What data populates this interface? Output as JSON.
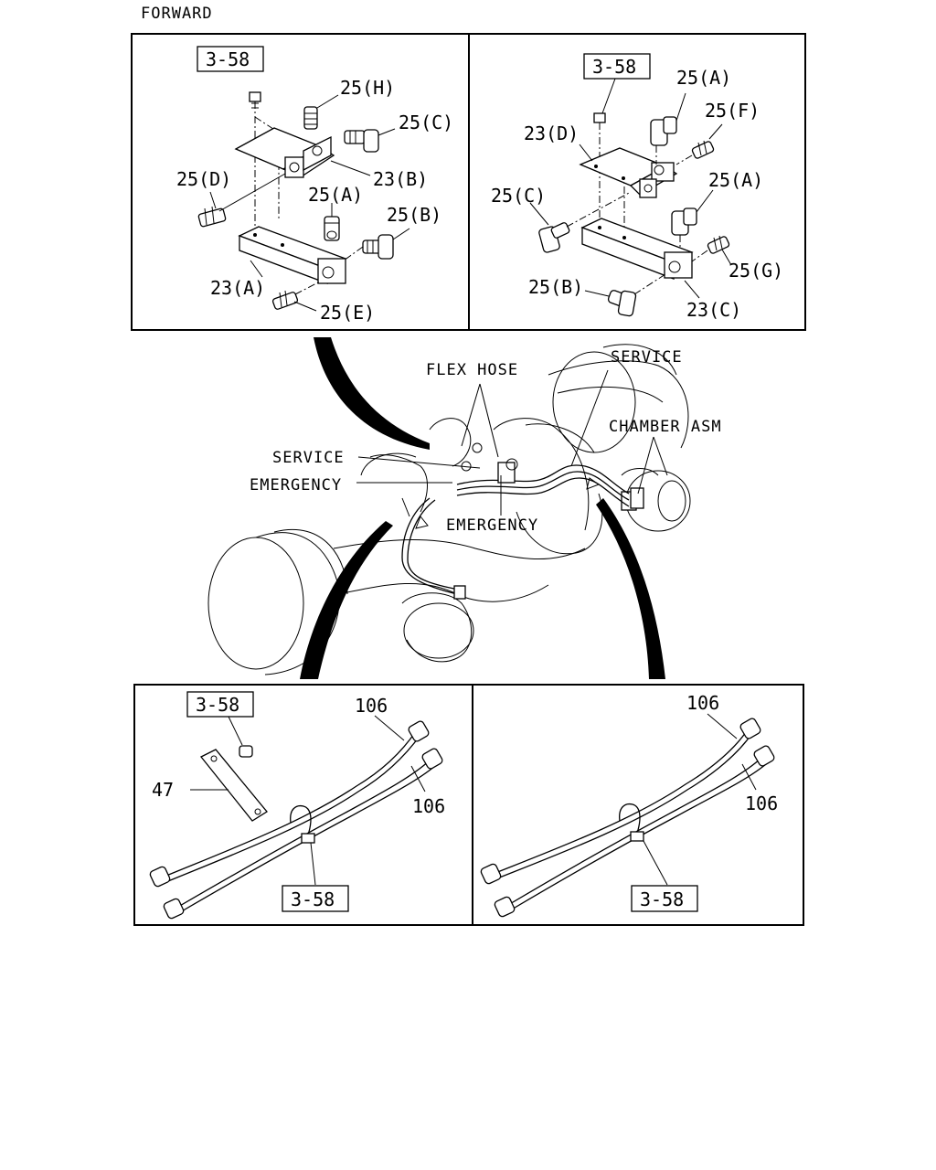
{
  "header": {
    "direction_label": "FORWARD"
  },
  "panels": {
    "top_left": {
      "ref_box": "3-58",
      "labels": [
        "25(H)",
        "25(C)",
        "23(B)",
        "25(D)",
        "25(A)",
        "25(B)",
        "23(A)",
        "25(E)"
      ]
    },
    "top_right": {
      "ref_box": "3-58",
      "labels": [
        "25(A)",
        "25(F)",
        "23(D)",
        "25(C)",
        "25(A)",
        "25(G)",
        "25(B)",
        "23(C)"
      ]
    },
    "bottom_left": {
      "ref_box_top": "3-58",
      "ref_box_bottom": "3-58",
      "labels": [
        "106",
        "106",
        "47"
      ]
    },
    "bottom_right": {
      "ref_box": "3-58",
      "labels": [
        "106",
        "106"
      ]
    }
  },
  "main_view": {
    "labels": {
      "flex_hose": "FLEX HOSE",
      "service_top": "SERVICE",
      "chamber_asm": "CHAMBER ASM",
      "service_left": "SERVICE",
      "emergency_left": "EMERGENCY",
      "emergency_center": "EMERGENCY"
    }
  }
}
